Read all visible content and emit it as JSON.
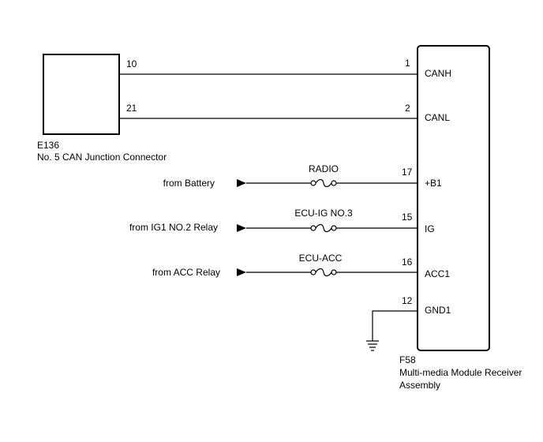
{
  "left_connector": {
    "code": "E136",
    "name": "No. 5 CAN Junction Connector"
  },
  "right_component": {
    "code": "F58",
    "name_line1": "Multi-media Module Receiver",
    "name_line2": "Assembly"
  },
  "can_wires": [
    {
      "left_pin": "10",
      "right_pin": "1",
      "signal": "CANH"
    },
    {
      "left_pin": "21",
      "right_pin": "2",
      "signal": "CANL"
    }
  ],
  "power_inputs": [
    {
      "source": "from Battery",
      "fuse": "RADIO",
      "pin": "17",
      "signal": "+B1"
    },
    {
      "source": "from IG1 NO.2 Relay",
      "fuse": "ECU-IG NO.3",
      "pin": "15",
      "signal": "IG"
    },
    {
      "source": "from ACC Relay",
      "fuse": "ECU-ACC",
      "pin": "16",
      "signal": "ACC1"
    }
  ],
  "ground": {
    "pin": "12",
    "signal": "GND1"
  }
}
